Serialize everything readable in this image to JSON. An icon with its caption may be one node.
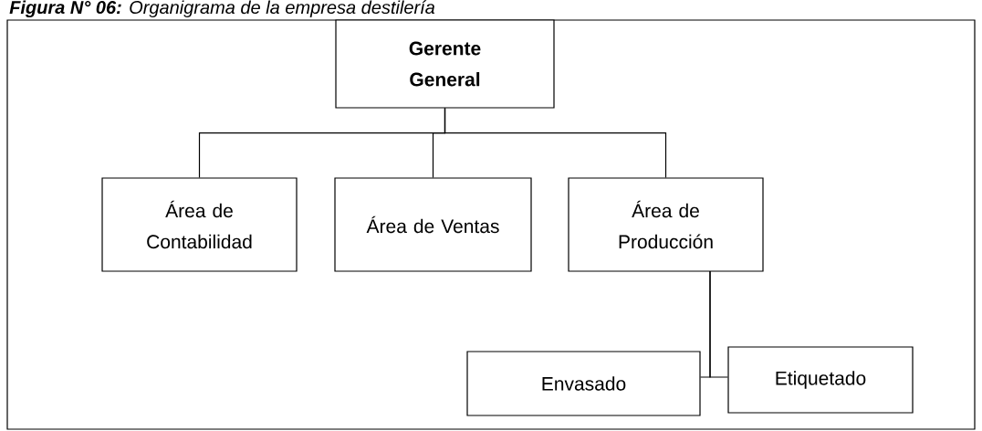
{
  "diagram": {
    "title": "**Figura N° 06:** Organigrama de la empresa destilería",
    "nodes": [
      {
        "text": [
          "Gerente General"
        ]
      },
      {
        "text": [
          "Área de Contabilidad"
        ]
      },
      {
        "text": [
          "Área de Ventas"
        ]
      },
      {
        "text": [
          "Área de Producción"
        ]
      },
      {
        "text": [
          "Envasado"
        ]
      },
      {
        "text": [
          "Etiquetado"
        ]
      }
    ],
    "edges": [
      {
        "from": 0,
        "to": 1,
        "arrow": "none"
      },
      {
        "from": 0,
        "to": 2,
        "arrow": "none"
      },
      {
        "from": 0,
        "to": 3,
        "arrow": "none"
      },
      {
        "from": 3,
        "to": 4,
        "arrow": "none"
      },
      {
        "from": 3,
        "to": 5,
        "arrow": "none"
      }
    ]
  }
}
